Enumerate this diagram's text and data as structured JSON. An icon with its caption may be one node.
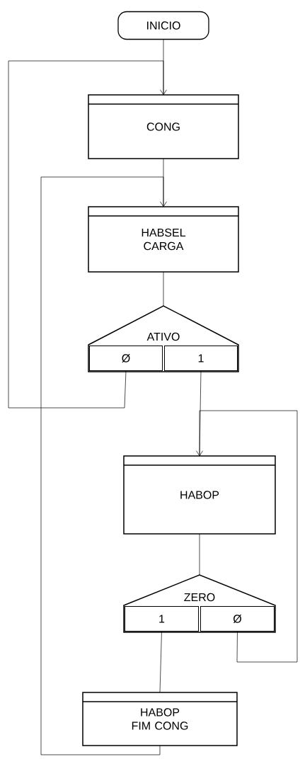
{
  "diagram": {
    "nodes": [
      {
        "text": [
          "INICIO"
        ]
      },
      {
        "text": [
          "CONG"
        ]
      },
      {
        "text": [
          "HABSEL CARGA"
        ]
      },
      {
        "text": [
          "ATIVO"
        ]
      },
      {
        "text": [
          "Ø"
        ],
        "in": 3
      },
      {
        "text": [
          "1"
        ],
        "in": 3
      },
      {
        "text": [
          "HABOP"
        ]
      },
      {
        "text": [
          "ZERO"
        ]
      },
      {
        "text": [
          "1"
        ],
        "in": 7
      },
      {
        "text": [
          "Ø"
        ],
        "in": 7
      },
      {
        "text": [
          "HABOP FIM CONG"
        ]
      }
    ],
    "edges": [
      {
        "from": 0,
        "to": 1,
        "arrow": "none"
      },
      {
        "from": 1,
        "to": 2,
        "arrow": "none"
      },
      {
        "from": 2,
        "to": 3,
        "arrow": "none"
      },
      {
        "from": 4,
        "to": 1,
        "arrow": "to"
      },
      {
        "from": 5,
        "to": 6,
        "arrow": "none"
      },
      {
        "from": 6,
        "to": 7,
        "arrow": "none"
      },
      {
        "from": 9,
        "to": 6,
        "arrow": "to"
      },
      {
        "from": 8,
        "to": 10,
        "arrow": "none"
      },
      {
        "from": 10,
        "to": 2,
        "arrow": "to"
      }
    ]
  }
}
